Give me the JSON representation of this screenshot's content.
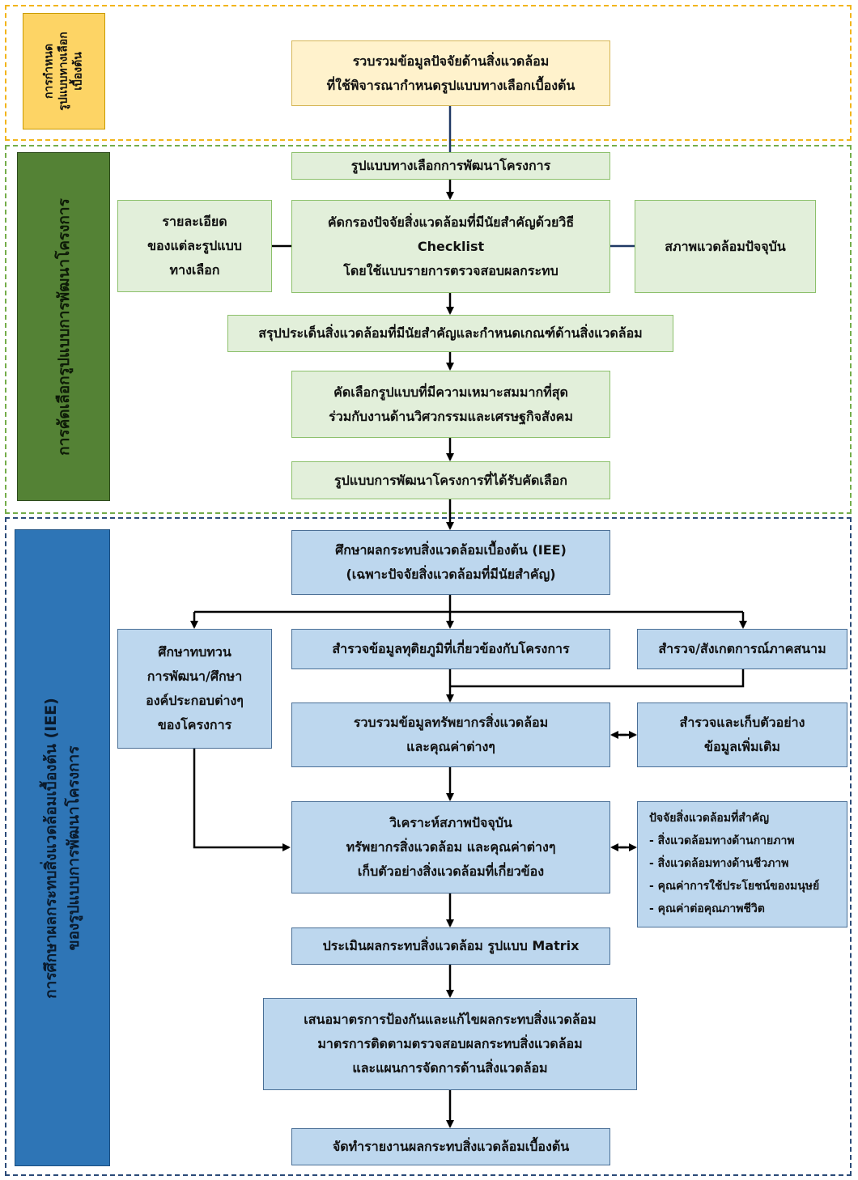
{
  "zones": {
    "alternatives": {
      "label_lines": [
        "การกำหนด",
        "รูปแบบทางเลือก",
        "เบื้องต้น"
      ]
    },
    "selection": {
      "label_lines": [
        "การคัดเลือกรูปแบบการพัฒนาโครงการ"
      ]
    },
    "iee": {
      "label_lines": [
        "การศึกษาผลกระทบสิ่งแวดล้อมเบื้องต้น (IEE)",
        "ของรูปแบบการพัฒนาโครงการ"
      ]
    }
  },
  "boxes": {
    "collect_factors": [
      "รวบรวมข้อมูลปัจจัยด้านสิ่งแวดล้อม",
      "ที่ใช้พิจารณากำหนดรูปแบบทางเลือกเบื้องต้น"
    ],
    "alternatives": [
      "รูปแบบทางเลือกการพัฒนาโครงการ"
    ],
    "alt_details": [
      "รายละเอียด",
      "ของแต่ละรูปแบบ",
      "ทางเลือก"
    ],
    "screening": [
      "คัดกรองปัจจัยสิ่งแวดล้อมที่มีนัยสำคัญด้วยวิธี",
      "Checklist",
      "โดยใช้แบบรายการตรวจสอบผลกระทบ"
    ],
    "current_env": [
      "สภาพแวดล้อมปัจจุบัน"
    ],
    "summary": [
      "สรุปประเด็นสิ่งแวดล้อมที่มีนัยสำคัญและกำหนดเกณฑ์ด้านสิ่งแวดล้อม"
    ],
    "select_best": [
      "คัดเลือกรูปแบบที่มีความเหมาะสมมากที่สุด",
      "ร่วมกับงานด้านวิศวกรรมและเศรษฐกิจสังคม"
    ],
    "selected": [
      "รูปแบบการพัฒนาโครงการที่ได้รับคัดเลือก"
    ],
    "iee_study": [
      "ศึกษาผลกระทบสิ่งแวดล้อมเบื้องต้น (IEE)",
      "(เฉพาะปัจจัยสิ่งแวดล้อมที่มีนัยสำคัญ)"
    ],
    "review": [
      "ศึกษาทบทวน",
      "การพัฒนา/ศึกษา",
      "องค์ประกอบต่างๆ",
      "ของโครงการ"
    ],
    "secondary": [
      "สำรวจข้อมูลทุติยภูมิที่เกี่ยวข้องกับโครงการ"
    ],
    "field": [
      "สำรวจ/สังเกตการณ์ภาคสนาม"
    ],
    "gather_resources": [
      "รวบรวมข้อมูลทรัพยากรสิ่งแวดล้อม",
      "และคุณค่าต่างๆ"
    ],
    "extra_samples": [
      "สำรวจและเก็บตัวอย่าง",
      "ข้อมูลเพิ่มเติม"
    ],
    "analyze": [
      "วิเคราะห์สภาพปัจจุบัน",
      "ทรัพยากรสิ่งแวดล้อม และคุณค่าต่างๆ",
      "เก็บตัวอย่างสิ่งแวดล้อมที่เกี่ยวข้อง"
    ],
    "key_factors": [
      "ปัจจัยสิ่งแวดล้อมที่สำคัญ",
      "- สิ่งแวดล้อมทางด้านกายภาพ",
      "- สิ่งแวดล้อมทางด้านชีวภาพ",
      "- คุณค่าการใช้ประโยชน์ของมนุษย์",
      "- คุณค่าต่อคุณภาพชีวิต"
    ],
    "matrix": [
      "ประเมินผลกระทบสิ่งแวดล้อม รูปแบบ Matrix"
    ],
    "measures": [
      "เสนอมาตรการป้องกันและแก้ไขผลกระทบสิ่งแวดล้อม",
      "มาตรการติดตามตรวจสอบผลกระทบสิ่งแวดล้อม",
      "และแผนการจัดการด้านสิ่งแวดล้อม"
    ],
    "report": [
      "จัดทำรายงานผลกระทบสิ่งแวดล้อมเบื้องต้น"
    ]
  }
}
